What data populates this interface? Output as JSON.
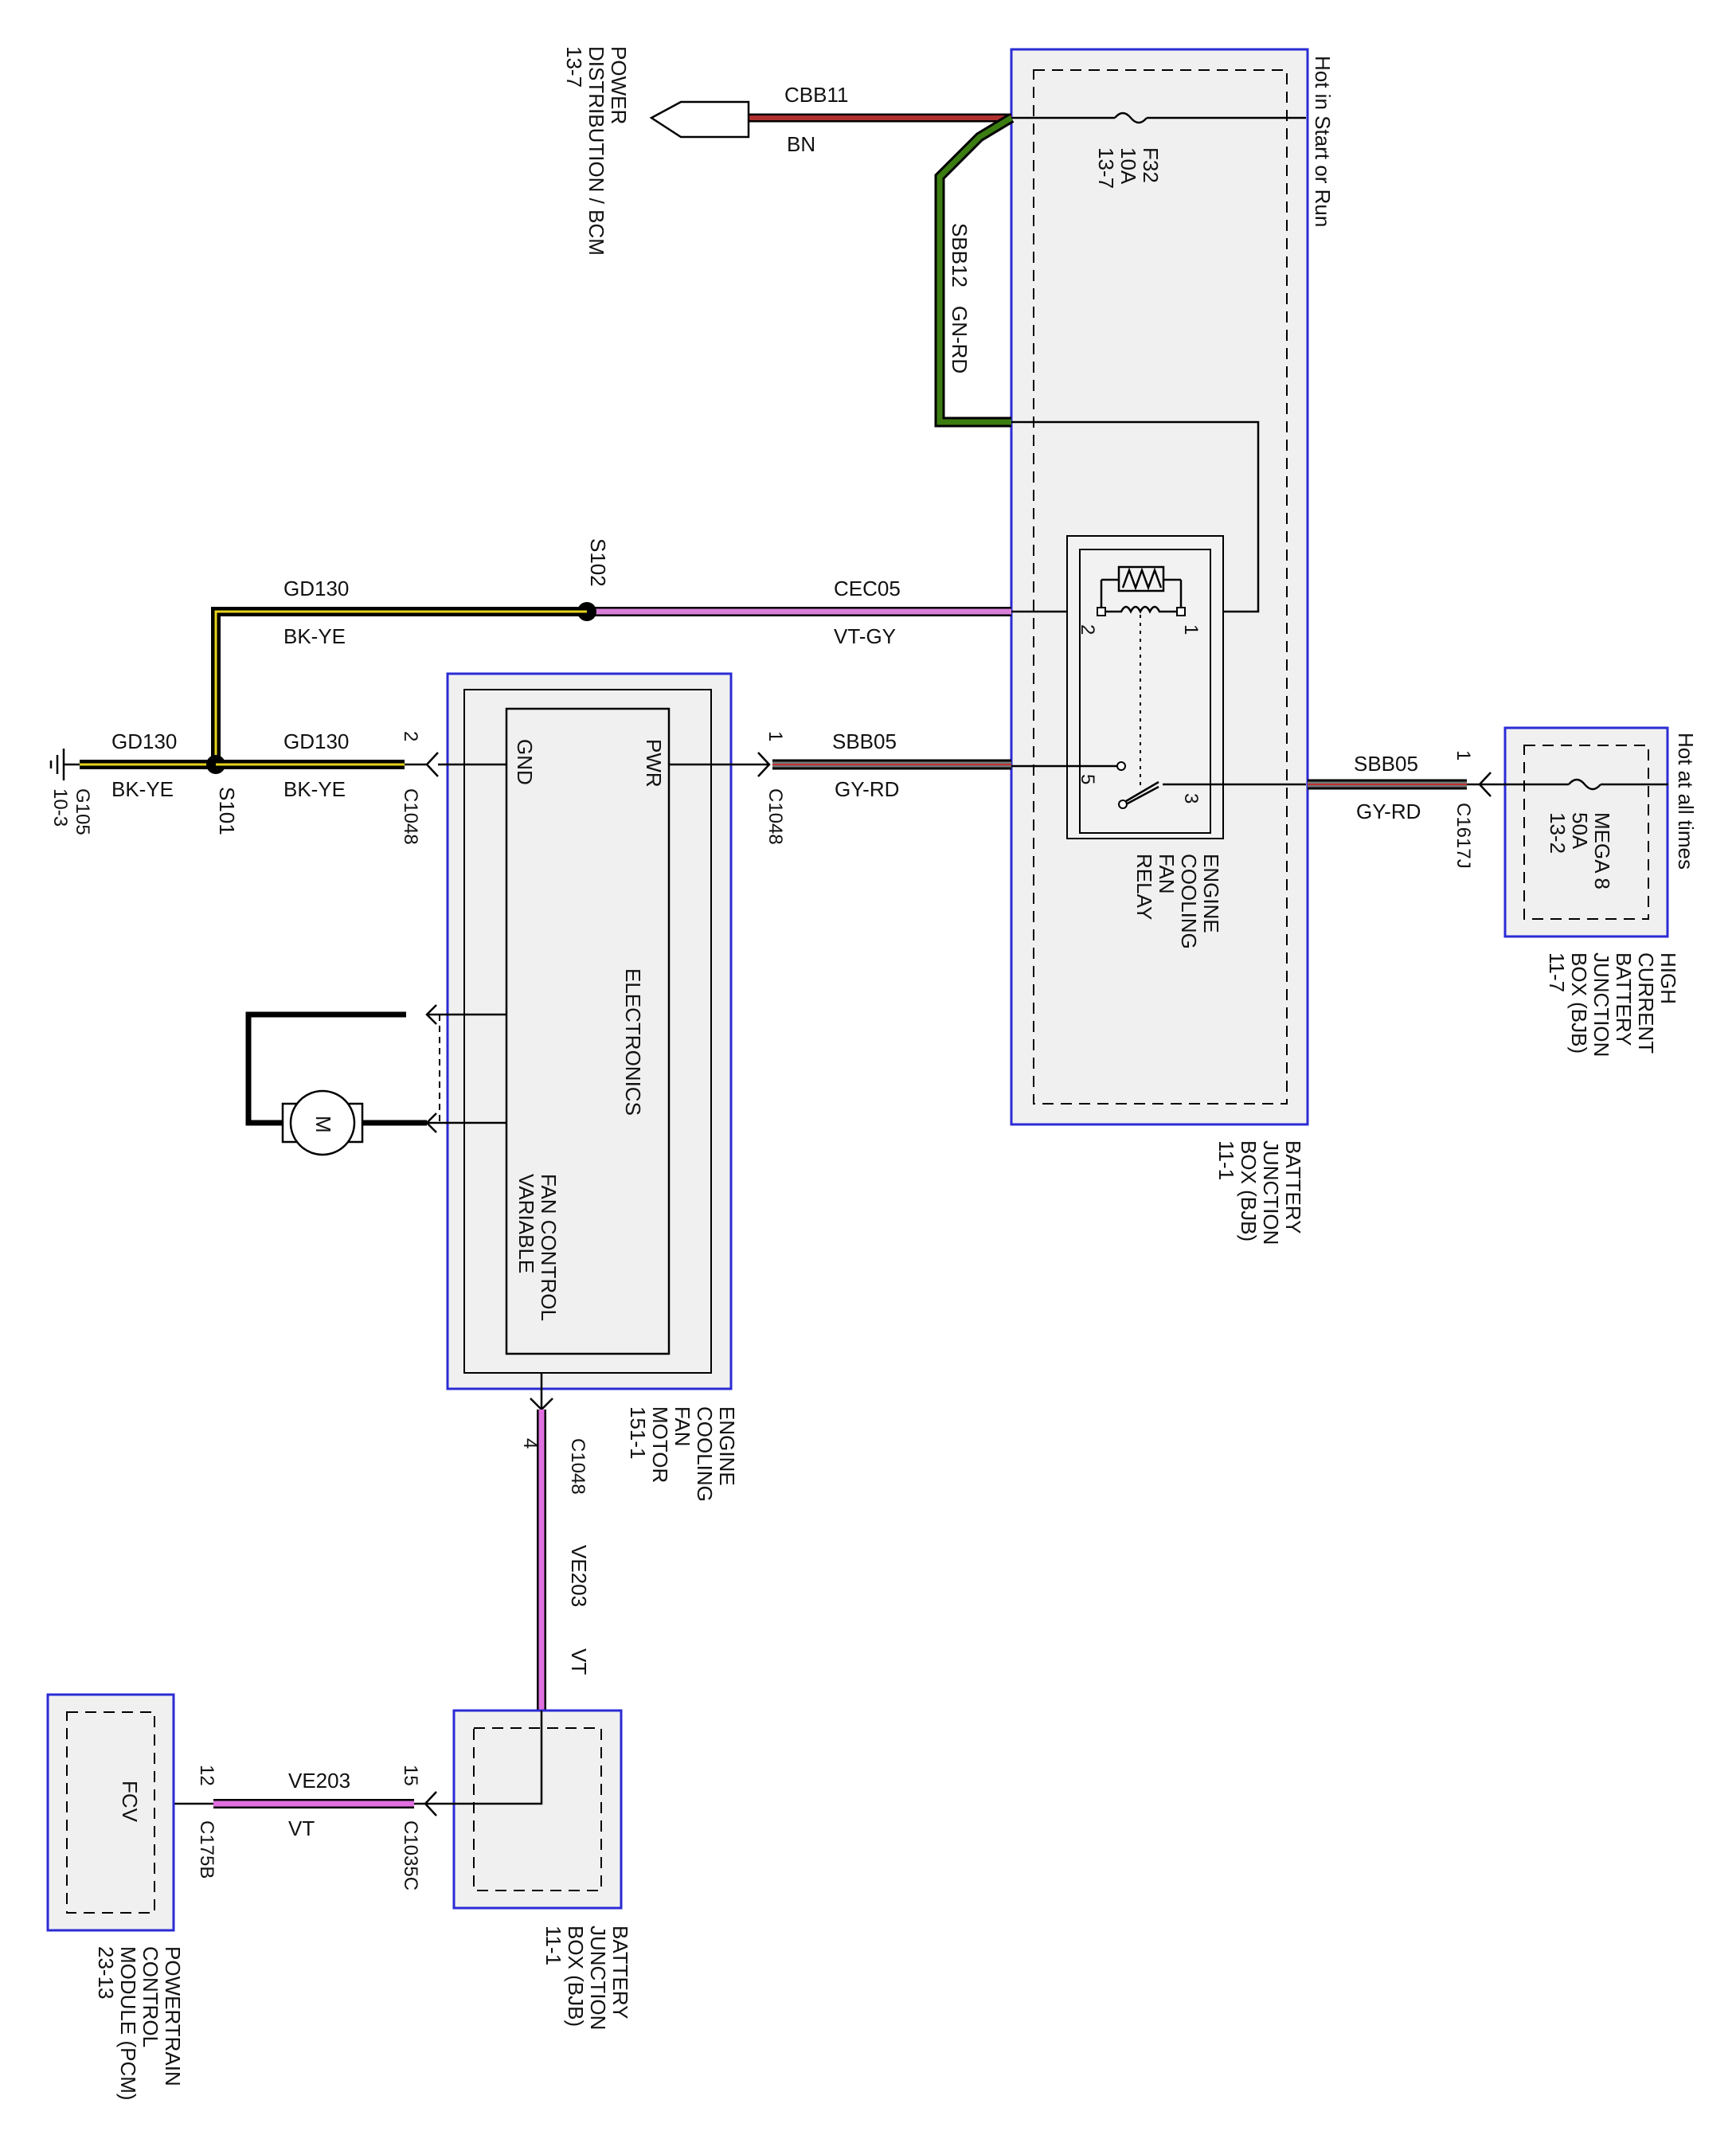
{
  "top_labels": {
    "hot_in_start_or_run": "Hot in Start or Run",
    "hot_at_all_times": "Hot at all times"
  },
  "components": {
    "power_distribution": [
      "POWER",
      "DISTRIBUTION / BCM",
      "13-7"
    ],
    "bjb_main": [
      "BATTERY",
      "JUNCTION",
      "BOX (BJB)",
      "11-1"
    ],
    "fuse_f32": [
      "F32",
      "10A",
      "13-7"
    ],
    "relay": [
      "ENGINE",
      "COOLING",
      "FAN",
      "RELAY"
    ],
    "high_current_bjb": [
      "HIGH",
      "CURRENT",
      "BATTERY",
      "JUNCTION",
      "BOX (BJB)",
      "11-7"
    ],
    "mega_fuse": [
      "MEGA 8",
      "50A",
      "13-2"
    ],
    "fan_motor": [
      "ENGINE",
      "COOLING",
      "FAN",
      "MOTOR",
      "151-1"
    ],
    "fan_control": [
      "FAN CONTROL",
      "VARIABLE"
    ],
    "electronics": "ELECTRONICS",
    "pwr": "PWR",
    "gnd": "GND",
    "motor_symbol": "M",
    "bjb_lower": [
      "BATTERY",
      "JUNCTION",
      "BOX (BJB)",
      "11-1"
    ],
    "pcm": [
      "POWERTRAIN",
      "CONTROL",
      "MODULE (PCM)",
      "23-13"
    ],
    "fcv": "FCV",
    "ground": [
      "G105",
      "10-3"
    ]
  },
  "wires": {
    "cbb11": {
      "circuit": "CBB11",
      "color": "BN",
      "hex": "#b03030"
    },
    "sbb12": {
      "circuit": "SBB12",
      "color": "GN-RD",
      "hex": "#3c7d12"
    },
    "cec05": {
      "circuit": "CEC05",
      "color": "VT-GY",
      "hex": "#d97fd9"
    },
    "gd130_top": {
      "circuit": "GD130",
      "color": "BK-YE"
    },
    "gd130_left": {
      "circuit": "GD130",
      "color": "BK-YE"
    },
    "gd130_mid": {
      "circuit": "GD130",
      "color": "BK-YE"
    },
    "sbb05_left": {
      "circuit": "SBB05",
      "color": "GY-RD"
    },
    "sbb05_right": {
      "circuit": "SBB05",
      "color": "GY-RD"
    },
    "ve203_vertical": {
      "circuit": "VE203",
      "color": "VT",
      "hex": "#e070e0"
    },
    "ve203_bottom": {
      "circuit": "VE203",
      "color": "VT"
    }
  },
  "splices": {
    "s101": "S101",
    "s102": "S102"
  },
  "connectors": {
    "c1048_gnd": {
      "pin": "2",
      "name": "C1048"
    },
    "c1048_pwr": {
      "pin": "1",
      "name": "C1048"
    },
    "c1048_pwm": {
      "pin": "4",
      "name": "C1048"
    },
    "c1617j": {
      "pin": "1",
      "name": "C1617J"
    },
    "c1035c": {
      "pin": "15",
      "name": "C1035C"
    },
    "c175b": {
      "pin": "12",
      "name": "C175B"
    }
  },
  "relay_pins": {
    "p1": "1",
    "p2": "2",
    "p3": "3",
    "p5": "5"
  }
}
